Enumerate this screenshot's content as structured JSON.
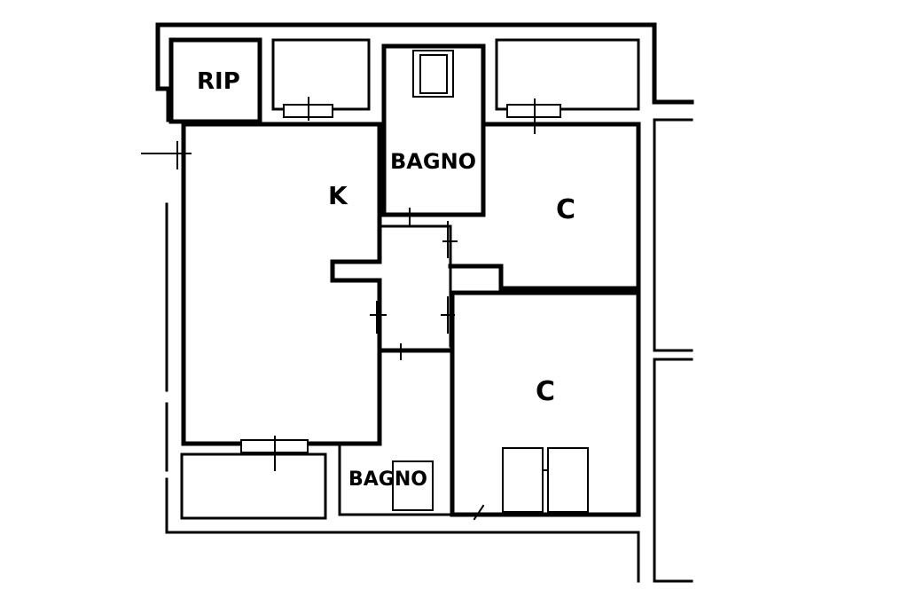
{
  "floor_plan": {
    "rooms": {
      "storage": {
        "label": "RIP"
      },
      "kitchen": {
        "label": "K"
      },
      "bathroom_top": {
        "label": "BAGNO"
      },
      "bedroom_top": {
        "label": "C"
      },
      "bedroom_bottom": {
        "label": "C"
      },
      "bathroom_bottom": {
        "label": "BAGNO"
      }
    }
  }
}
